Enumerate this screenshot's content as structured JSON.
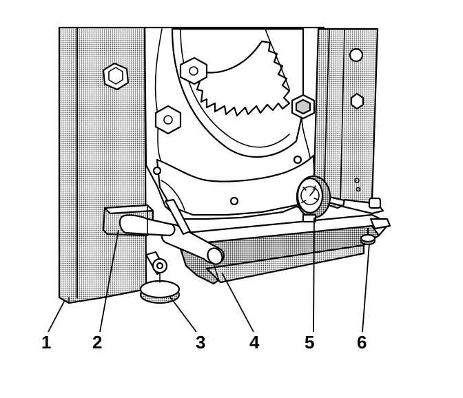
{
  "callouts": [
    {
      "id": "1",
      "label": "1"
    },
    {
      "id": "2",
      "label": "2"
    },
    {
      "id": "3",
      "label": "3"
    },
    {
      "id": "4",
      "label": "4"
    },
    {
      "id": "5",
      "label": "5"
    },
    {
      "id": "6",
      "label": "6"
    }
  ],
  "colors": {
    "outline": "#000000",
    "surface": "#ffffff",
    "shade": "#9a9a9a"
  }
}
